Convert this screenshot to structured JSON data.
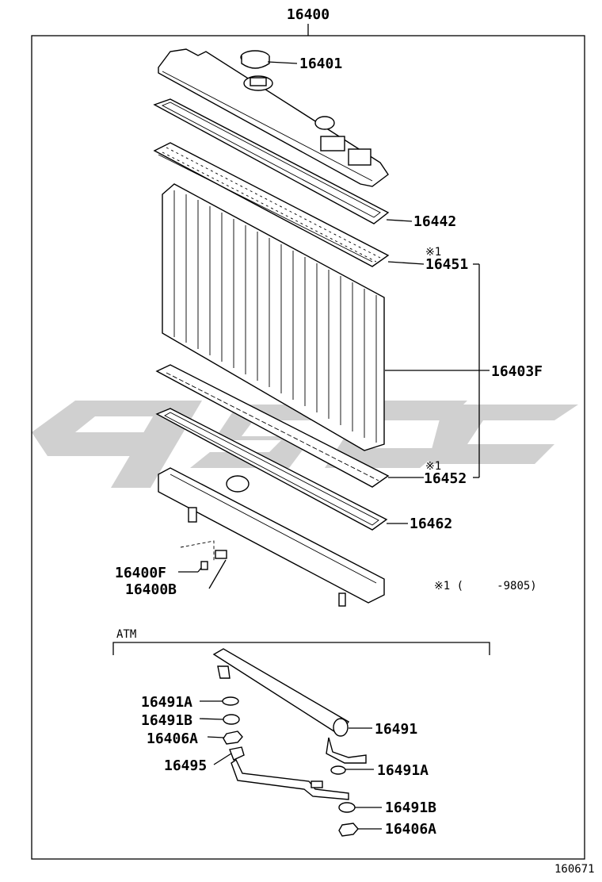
{
  "diagram": {
    "assembly_label": "16400",
    "labels": {
      "radiator_cap": "16401",
      "upper_gasket": "16442",
      "upper_tank_note": "※1",
      "upper_tank": "16451",
      "core": "16403F",
      "lower_tank_note": "※1",
      "lower_tank": "16452",
      "lower_gasket": "16462",
      "drain_cock": "16400F",
      "drain_plug": "16400B",
      "oil_cooler": "16491",
      "gasket_a_top": "16491A",
      "gasket_b_top": "16491B",
      "nut_a_top": "16406A",
      "oil_pipe": "16495",
      "gasket_a_bottom": "16491A",
      "gasket_b_bottom": "16491B",
      "nut_a_bottom": "16406A"
    },
    "footnote": "※1 (     -9805)",
    "atm_section_label": "ATM",
    "figure_number": "160671"
  }
}
